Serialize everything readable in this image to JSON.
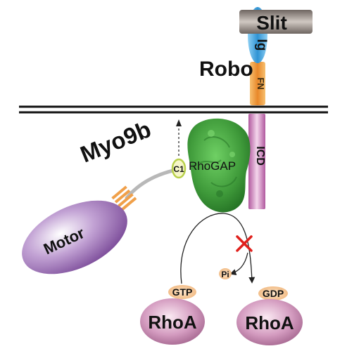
{
  "labels": {
    "slit": "Slit",
    "ig": "Ig",
    "robo": "Robo",
    "fn": "FN",
    "icd": "ICD",
    "myo9b": "Myo9b",
    "c1": "C1",
    "rhogap": "RhoGAP",
    "motor": "Motor",
    "pi": "Pi",
    "gtp": "GTP",
    "gdp": "GDP",
    "rhoa_left": "RhoA",
    "rhoa_right": "RhoA"
  },
  "colors": {
    "slit": "#8a7f7a",
    "ig": "#3aa0dc",
    "fn": "#f0a04a",
    "icd": "#c889c0",
    "rhogap": "#3f9a3a",
    "motor": "#9d6fb4",
    "rhoa": "#c690b4",
    "inhibit": "#e0201c",
    "nucleotide": "#f2c79a"
  },
  "icons": {
    "inhibition": "red-x-icon",
    "lever": "orange-lever-icon"
  }
}
